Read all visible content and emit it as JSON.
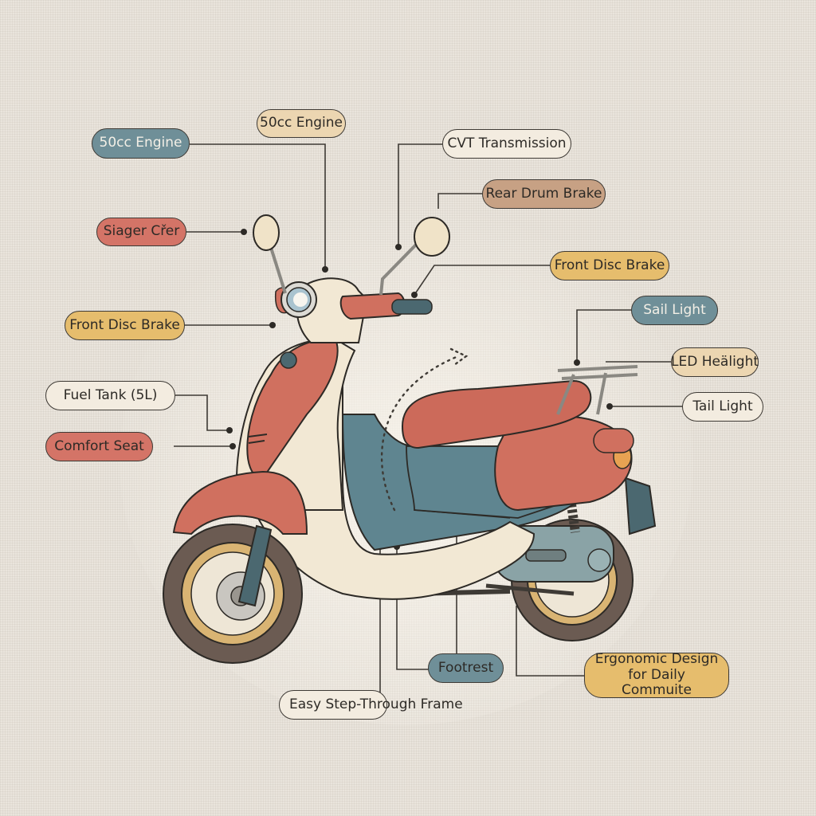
{
  "diagram": {
    "subject": "Step-through scooter annotated parts diagram",
    "colors": {
      "background": "#e9e4dc",
      "body_red": "#d0705f",
      "body_cream": "#f2e8d4",
      "body_blue": "#5f8590",
      "rim_gold": "#d9b473",
      "tire": "#6b5b52",
      "leader_line": "#3e3a35"
    },
    "labels": [
      {
        "id": "engine-blue",
        "text": "50cc Engine",
        "style": "blue"
      },
      {
        "id": "engine-tan",
        "text": "50cc Engine",
        "style": "tan"
      },
      {
        "id": "cvt",
        "text": "CVT Transmission",
        "style": "cream"
      },
      {
        "id": "rear-drum",
        "text": "Rear Drum Brake",
        "style": "brown"
      },
      {
        "id": "siager",
        "text": "Siager Cřer",
        "style": "red"
      },
      {
        "id": "front-disc-right",
        "text": "Front Disc Brake",
        "style": "gold"
      },
      {
        "id": "sail-light",
        "text": "Sail Light",
        "style": "blue"
      },
      {
        "id": "front-disc-left",
        "text": "Front Disc Brake",
        "style": "gold"
      },
      {
        "id": "led-headlight",
        "text": "LED Heälight",
        "style": "tan"
      },
      {
        "id": "fuel-tank",
        "text": "Fuel Tank (5L)",
        "style": "cream"
      },
      {
        "id": "tail-light",
        "text": "Tail Light",
        "style": "cream"
      },
      {
        "id": "comfort-seat",
        "text": "Comfort Seat",
        "style": "red"
      },
      {
        "id": "footrest",
        "text": "Footrest",
        "style": "blue"
      },
      {
        "id": "ergonomic",
        "text": "Ergonomic Design for Daily Commuite",
        "style": "gold"
      },
      {
        "id": "step-through",
        "text": "Easy Step-Through Frame",
        "style": "cream"
      }
    ]
  }
}
